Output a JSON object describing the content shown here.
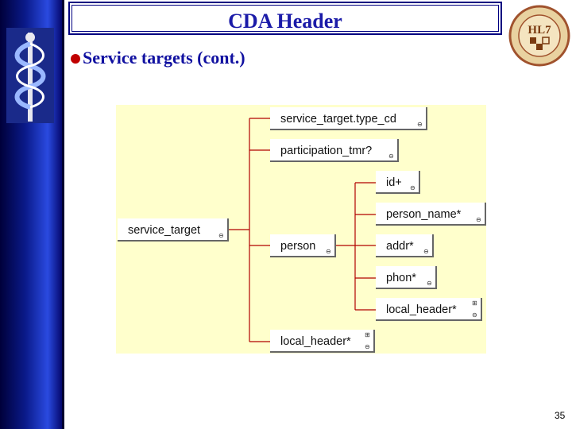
{
  "slide": {
    "title": "CDA Header",
    "subtitle": "Service targets (cont.)",
    "page_number": "35"
  },
  "logo": {
    "text": "HL7"
  },
  "diagram": {
    "root": "service_target",
    "children": {
      "type_cd": "service_target.type_cd",
      "participation_tmr": "participation_tmr?",
      "person": "person",
      "local_header": "local_header*"
    },
    "person_children": {
      "id": "id+",
      "person_name": "person_name*",
      "addr": "addr*",
      "phon": "phon*",
      "local_header": "local_header*"
    }
  },
  "colors": {
    "title_text": "#1b1ba8",
    "subtitle_text": "#1010a0",
    "bullet": "#c00000",
    "diagram_bg": "#ffffcc",
    "connector": "#b00000"
  }
}
